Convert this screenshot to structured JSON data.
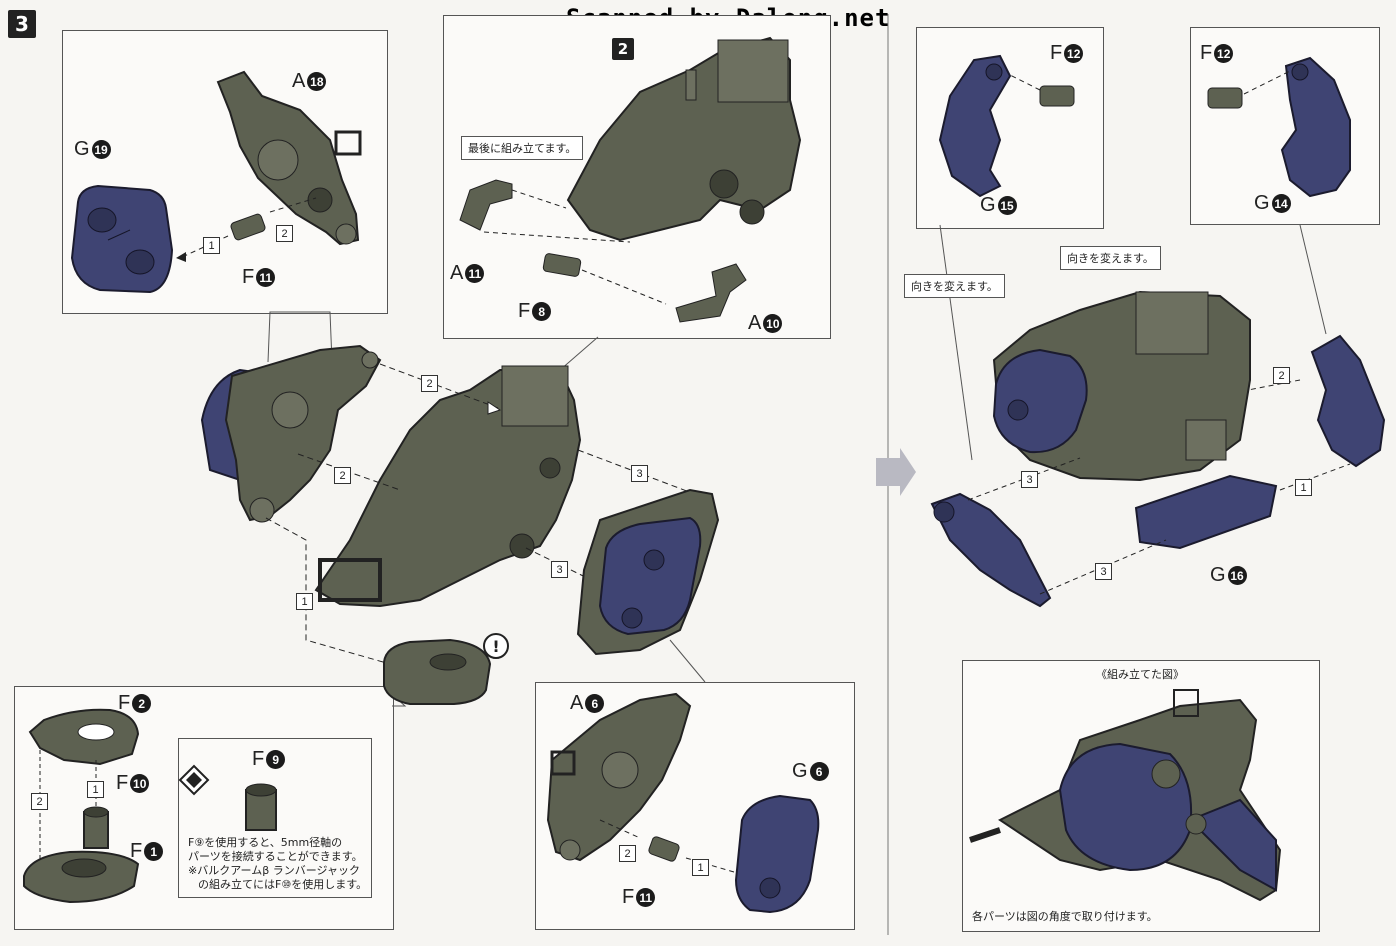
{
  "watermark": "Scanned by Dalong.net",
  "step_main": "3",
  "step_sub": "2",
  "callouts": {
    "last_assemble": "最後に組み立てます。",
    "change_dir_left": "向きを変えます。",
    "change_dir_right": "向きを変えます。",
    "assembled_title": "《組み立てた図》",
    "assembled_note": "各パーツは図の角度で取り付けます。"
  },
  "note_f9": {
    "line1": "F⑨を使用すると、5mm径軸の",
    "line2": "パーツを接続することができます。",
    "line3": "※バルクアームβ ランバージャック",
    "line4": "の組み立てにはF⑩を使用します。"
  },
  "parts": {
    "g19": {
      "letter": "G",
      "num": "19"
    },
    "a18": {
      "letter": "A",
      "num": "18"
    },
    "f11a": {
      "letter": "F",
      "num": "11"
    },
    "a11": {
      "letter": "A",
      "num": "11"
    },
    "f8": {
      "letter": "F",
      "num": "8"
    },
    "a10": {
      "letter": "A",
      "num": "10"
    },
    "f12a": {
      "letter": "F",
      "num": "12"
    },
    "g15": {
      "letter": "G",
      "num": "15"
    },
    "f12b": {
      "letter": "F",
      "num": "12"
    },
    "g14": {
      "letter": "G",
      "num": "14"
    },
    "g16": {
      "letter": "G",
      "num": "16"
    },
    "f2": {
      "letter": "F",
      "num": "2"
    },
    "f10": {
      "letter": "F",
      "num": "10"
    },
    "f1": {
      "letter": "F",
      "num": "1"
    },
    "f9": {
      "letter": "F",
      "num": "9"
    },
    "a6": {
      "letter": "A",
      "num": "6"
    },
    "g6": {
      "letter": "G",
      "num": "6"
    },
    "f11b": {
      "letter": "F",
      "num": "11"
    }
  },
  "order_marks": {
    "one": "1",
    "two": "2",
    "three": "3"
  },
  "colors": {
    "olive": "#5d6151",
    "navy": "#3f4473",
    "line": "#333333"
  }
}
